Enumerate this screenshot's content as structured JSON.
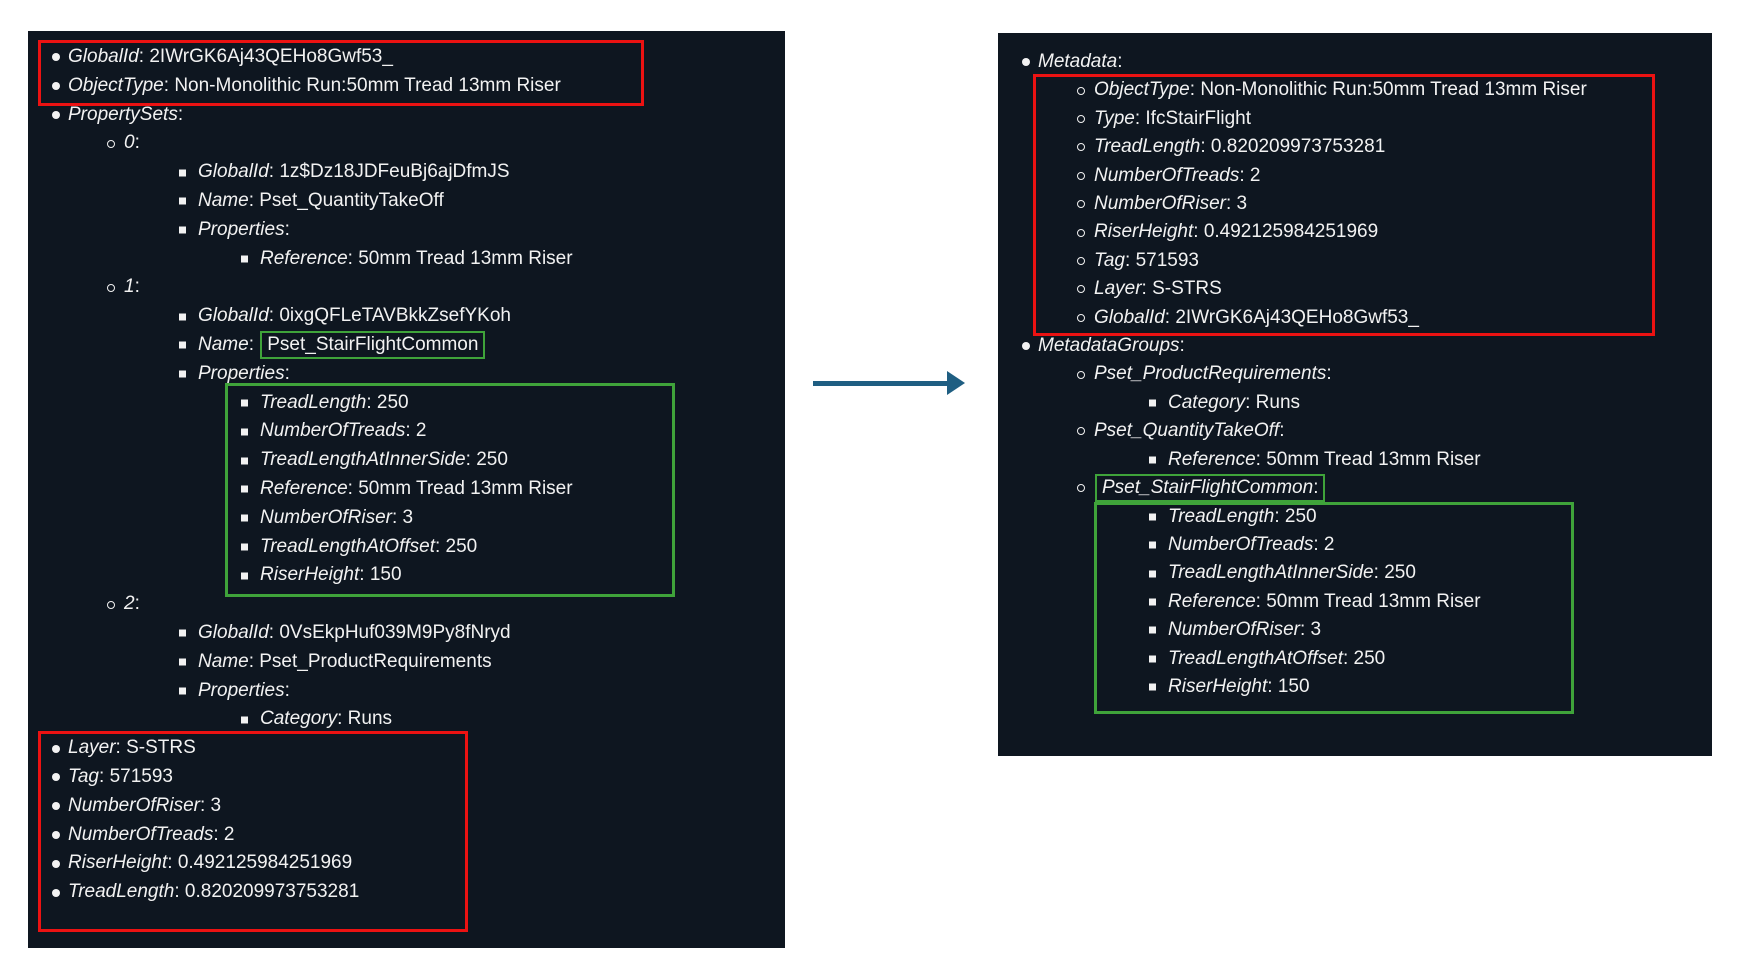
{
  "figure": {
    "colors": {
      "highlight_red": "#ec1212",
      "highlight_green": "#3fa33a",
      "arrow": "#1f5e82",
      "panel_background": "#0e1620",
      "text": "#f2f2f2"
    }
  },
  "left_panel": {
    "rows": [
      {
        "indent": 1,
        "bullet": "disc",
        "label": "GlobalId",
        "value": "2IWrGK6Aj43QEHo8Gwf53_"
      },
      {
        "indent": 1,
        "bullet": "disc",
        "label": "ObjectType",
        "value": "Non-Monolithic Run:50mm Tread 13mm Riser"
      },
      {
        "indent": 1,
        "bullet": "disc",
        "label": "PropertySets"
      },
      {
        "indent": 2,
        "bullet": "circle",
        "label": "0"
      },
      {
        "indent": 3,
        "bullet": "square",
        "label": "GlobalId",
        "value": "1z$Dz18JDFeuBj6ajDfmJS"
      },
      {
        "indent": 3,
        "bullet": "square",
        "label": "Name",
        "value": "Pset_QuantityTakeOff"
      },
      {
        "indent": 3,
        "bullet": "square",
        "label": "Properties"
      },
      {
        "indent": 4,
        "bullet": "square",
        "label": "Reference",
        "value": "50mm Tread 13mm Riser"
      },
      {
        "indent": 2,
        "bullet": "circle",
        "label": "1"
      },
      {
        "indent": 3,
        "bullet": "square",
        "label": "GlobalId",
        "value": "0ixgQFLeTAVBkkZsefYKoh"
      },
      {
        "indent": 3,
        "bullet": "square",
        "label": "Name",
        "value": "Pset_StairFlightCommon",
        "value_box": "green"
      },
      {
        "indent": 3,
        "bullet": "square",
        "label": "Properties"
      },
      {
        "indent": 4,
        "bullet": "square",
        "label": "TreadLength",
        "value": "250"
      },
      {
        "indent": 4,
        "bullet": "square",
        "label": "NumberOfTreads",
        "value": "2"
      },
      {
        "indent": 4,
        "bullet": "square",
        "label": "TreadLengthAtInnerSide",
        "value": "250"
      },
      {
        "indent": 4,
        "bullet": "square",
        "label": "Reference",
        "value": "50mm Tread 13mm Riser"
      },
      {
        "indent": 4,
        "bullet": "square",
        "label": "NumberOfRiser",
        "value": "3"
      },
      {
        "indent": 4,
        "bullet": "square",
        "label": "TreadLengthAtOffset",
        "value": "250"
      },
      {
        "indent": 4,
        "bullet": "square",
        "label": "RiserHeight",
        "value": "150"
      },
      {
        "indent": 2,
        "bullet": "circle",
        "label": "2"
      },
      {
        "indent": 3,
        "bullet": "square",
        "label": "GlobalId",
        "value": "0VsEkpHuf039M9Py8fNryd"
      },
      {
        "indent": 3,
        "bullet": "square",
        "label": "Name",
        "value": "Pset_ProductRequirements"
      },
      {
        "indent": 3,
        "bullet": "square",
        "label": "Properties"
      },
      {
        "indent": 4,
        "bullet": "square",
        "label": "Category",
        "value": "Runs"
      },
      {
        "indent": 1,
        "bullet": "disc",
        "label": "Layer",
        "value": "S-STRS"
      },
      {
        "indent": 1,
        "bullet": "disc",
        "label": "Tag",
        "value": "571593"
      },
      {
        "indent": 1,
        "bullet": "disc",
        "label": "NumberOfRiser",
        "value": "3"
      },
      {
        "indent": 1,
        "bullet": "disc",
        "label": "NumberOfTreads",
        "value": "2"
      },
      {
        "indent": 1,
        "bullet": "disc",
        "label": "RiserHeight",
        "value": "0.492125984251969"
      },
      {
        "indent": 1,
        "bullet": "disc",
        "label": "TreadLength",
        "value": "0.820209973753281"
      }
    ]
  },
  "right_panel": {
    "rows": [
      {
        "indent": 1,
        "bullet": "disc",
        "label": "Metadata"
      },
      {
        "indent": 2,
        "bullet": "circle",
        "label": "ObjectType",
        "value": "Non-Monolithic Run:50mm Tread 13mm Riser"
      },
      {
        "indent": 2,
        "bullet": "circle",
        "label": "Type",
        "value": "IfcStairFlight"
      },
      {
        "indent": 2,
        "bullet": "circle",
        "label": "TreadLength",
        "value": "0.820209973753281"
      },
      {
        "indent": 2,
        "bullet": "circle",
        "label": "NumberOfTreads",
        "value": "2"
      },
      {
        "indent": 2,
        "bullet": "circle",
        "label": "NumberOfRiser",
        "value": "3"
      },
      {
        "indent": 2,
        "bullet": "circle",
        "label": "RiserHeight",
        "value": "0.492125984251969"
      },
      {
        "indent": 2,
        "bullet": "circle",
        "label": "Tag",
        "value": "571593"
      },
      {
        "indent": 2,
        "bullet": "circle",
        "label": "Layer",
        "value": "S-STRS"
      },
      {
        "indent": 2,
        "bullet": "circle",
        "label": "GlobalId",
        "value": "2IWrGK6Aj43QEHo8Gwf53_"
      },
      {
        "indent": 1,
        "bullet": "disc",
        "label": "MetadataGroups"
      },
      {
        "indent": 2,
        "bullet": "circle",
        "label": "Pset_ProductRequirements"
      },
      {
        "indent": 3,
        "bullet": "square",
        "label": "Category",
        "value": "Runs"
      },
      {
        "indent": 2,
        "bullet": "circle",
        "label": "Pset_QuantityTakeOff"
      },
      {
        "indent": 3,
        "bullet": "square",
        "label": "Reference",
        "value": "50mm Tread 13mm Riser"
      },
      {
        "indent": 2,
        "bullet": "circle",
        "label": "Pset_StairFlightCommon",
        "label_box": "green"
      },
      {
        "indent": 3,
        "bullet": "square",
        "label": "TreadLength",
        "value": "250"
      },
      {
        "indent": 3,
        "bullet": "square",
        "label": "NumberOfTreads",
        "value": "2"
      },
      {
        "indent": 3,
        "bullet": "square",
        "label": "TreadLengthAtInnerSide",
        "value": "250"
      },
      {
        "indent": 3,
        "bullet": "square",
        "label": "Reference",
        "value": "50mm Tread 13mm Riser"
      },
      {
        "indent": 3,
        "bullet": "square",
        "label": "NumberOfRiser",
        "value": "3"
      },
      {
        "indent": 3,
        "bullet": "square",
        "label": "TreadLengthAtOffset",
        "value": "250"
      },
      {
        "indent": 3,
        "bullet": "square",
        "label": "RiserHeight",
        "value": "150"
      }
    ]
  }
}
